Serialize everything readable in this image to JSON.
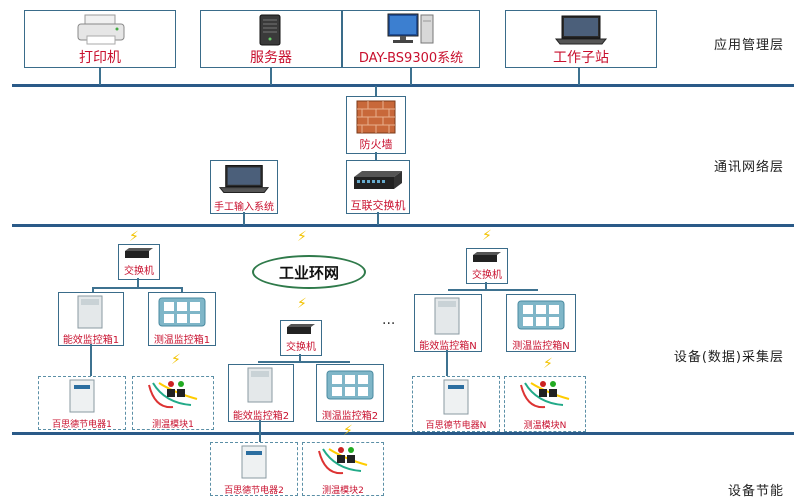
{
  "layers": {
    "app_mgmt": "应用管理层",
    "network": "通讯网络层",
    "collection": "设备(数据)采集层",
    "energy_saving": "设备节能"
  },
  "top_nodes": {
    "printer": "打印机",
    "server": "服务器",
    "system": "DAY-BS9300系统",
    "workstation": "工作子站"
  },
  "network_nodes": {
    "firewall": "防火墙",
    "manual_input": "手工输入系统",
    "switch": "互联交换机"
  },
  "industrial_net": "工业环网",
  "switch_label": "交换机",
  "ellipsis": "...",
  "groups": [
    {
      "monitor": "能效监控箱1",
      "temp_box": "测温监控箱1",
      "saver": "百思德节电器1",
      "temp_module": "测温模块1"
    },
    {
      "monitor": "能效监控箱2",
      "temp_box": "测温监控箱2",
      "saver": "百思德节电器2",
      "temp_module": "测温模块2"
    },
    {
      "monitor": "能效监控箱N",
      "temp_box": "测温监控箱N",
      "saver": "百思德节电器N",
      "temp_module": "测温模块N"
    }
  ]
}
